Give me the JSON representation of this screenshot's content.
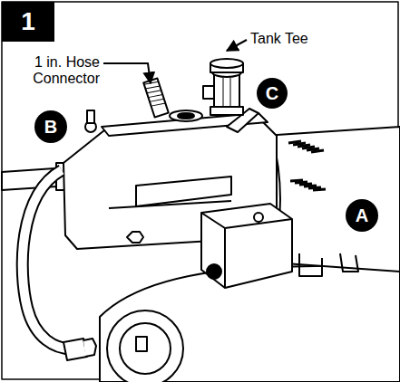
{
  "diagram": {
    "nodes": [
      {
        "text": [
          "1"
        ]
      },
      {
        "text": [
          "C"
        ]
      },
      {
        "text": [
          "B"
        ]
      },
      {
        "text": [
          "A"
        ]
      }
    ],
    "labels": [
      "1 in. Hose Connector",
      "Tank Tee"
    ]
  }
}
